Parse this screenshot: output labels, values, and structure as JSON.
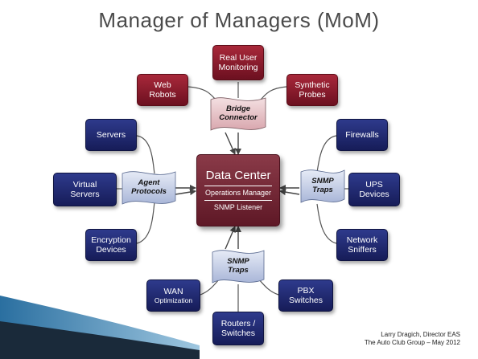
{
  "title": "Manager of Managers (MoM)",
  "center": {
    "name": "Data Center",
    "line1": "Operations Manager",
    "line2": "SNMP Listener"
  },
  "connectors": {
    "bridge": [
      "Bridge",
      "Connector"
    ],
    "agent": [
      "Agent",
      "Protocols"
    ],
    "snmp_right": [
      "SNMP",
      "Traps"
    ],
    "snmp_bottom": [
      "SNMP",
      "Traps"
    ]
  },
  "nodes": {
    "real_user_monitoring": [
      "Real User",
      "Monitoring"
    ],
    "web_robots": [
      "Web",
      "Robots"
    ],
    "synthetic_probes": [
      "Synthetic",
      "Probes"
    ],
    "servers": [
      "Servers"
    ],
    "virtual_servers": [
      "Virtual",
      "Servers"
    ],
    "encryption_devices": [
      "Encryption",
      "Devices"
    ],
    "firewalls": [
      "Firewalls"
    ],
    "ups_devices": [
      "UPS",
      "Devices"
    ],
    "network_sniffers": [
      "Network",
      "Sniffers"
    ],
    "wan_optimization": [
      "WAN",
      "Optimization"
    ],
    "routers_switches": [
      "Routers /",
      "Switches"
    ],
    "pbx_switches": [
      "PBX",
      "Switches"
    ]
  },
  "credit": [
    "Larry Dragich, Director EAS",
    "The Auto Club Group – May 2012"
  ],
  "colors": {
    "red_node": "#8c1a2c",
    "navy_node": "#1e2670",
    "center": "#6f2634",
    "connector_flag": "#c8d0e8",
    "bridge_flag": "#e8c8cc"
  }
}
